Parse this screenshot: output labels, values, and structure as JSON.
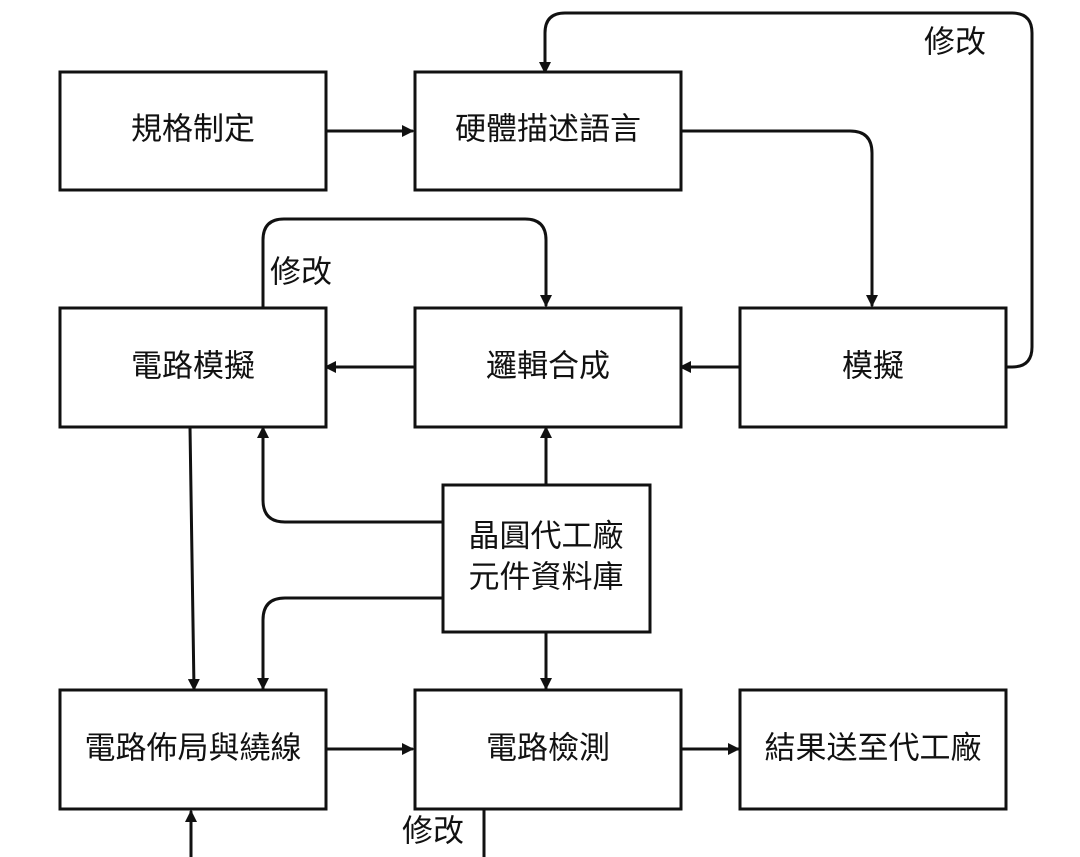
{
  "nodes": {
    "spec": "規格制定",
    "hdl": "硬體描述語言",
    "sim": "模擬",
    "synth": "邏輯合成",
    "circuit_sim": "電路模擬",
    "library_line1": "晶圓代工廠",
    "library_line2": "元件資料庫",
    "layout": "電路佈局與繞線",
    "check": "電路檢測",
    "send": "結果送至代工廠"
  },
  "labels": {
    "modify_top": "修改",
    "modify_mid": "修改",
    "modify_bottom": "修改"
  },
  "colors": {
    "stroke": "#111111",
    "background": "#ffffff"
  }
}
